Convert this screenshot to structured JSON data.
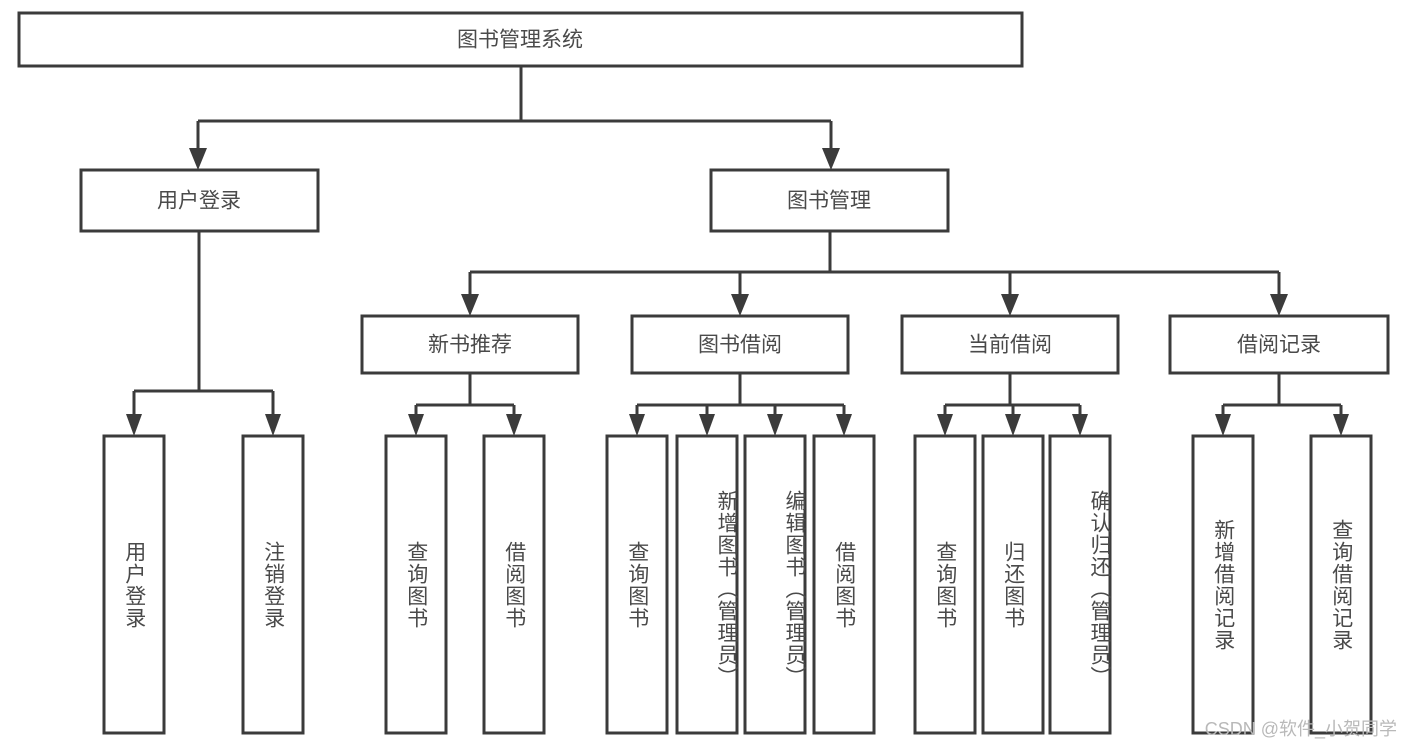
{
  "diagram": {
    "type": "hierarchy-tree",
    "title": "图书管理系统",
    "watermark": "CSDN @软件_小贺同学",
    "colors": {
      "box_stroke": "#3b3b3b",
      "box_fill": "#ffffff",
      "text": "#4a4a4a",
      "connector": "#3b3b3b",
      "watermark": "#b9b9b9",
      "background": "#ffffff"
    },
    "root": {
      "label": "图书管理系统"
    },
    "level2": [
      {
        "label": "用户登录"
      },
      {
        "label": "图书管理"
      }
    ],
    "level3": [
      {
        "label": "新书推荐"
      },
      {
        "label": "图书借阅"
      },
      {
        "label": "当前借阅"
      },
      {
        "label": "借阅记录"
      }
    ],
    "leaves": {
      "user_login": [
        {
          "label": "用户登录"
        },
        {
          "label": "注销登录"
        }
      ],
      "new_book_recommend": [
        {
          "label": "查询图书"
        },
        {
          "label": "借阅图书"
        }
      ],
      "book_borrow": [
        {
          "label": "查询图书"
        },
        {
          "label": "新增图书（管理员）"
        },
        {
          "label": "编辑图书（管理员）"
        },
        {
          "label": "借阅图书"
        }
      ],
      "current_borrow": [
        {
          "label": "查询图书"
        },
        {
          "label": "归还图书"
        },
        {
          "label": "确认归还（管理员）"
        }
      ],
      "borrow_records": [
        {
          "label": "新增借阅记录"
        },
        {
          "label": "查询借阅记录"
        }
      ]
    }
  }
}
